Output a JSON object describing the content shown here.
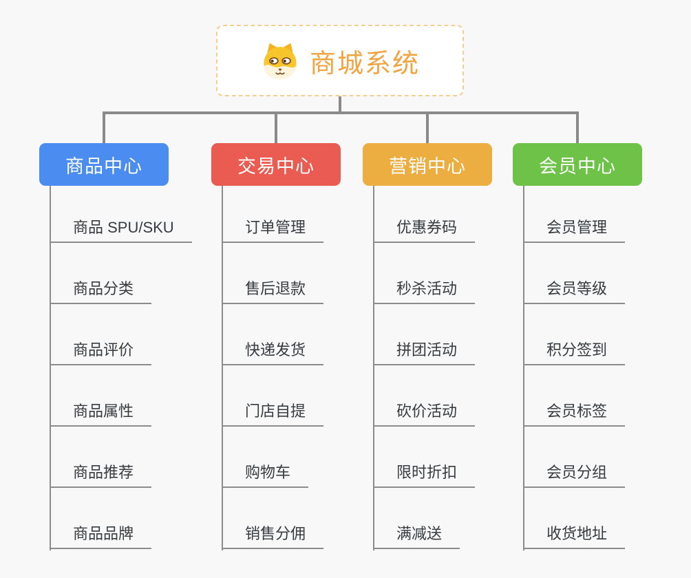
{
  "root": {
    "title": "商城系统",
    "icon": "shiba-dog-icon"
  },
  "branches": [
    {
      "label": "商品中心",
      "color": "#4a8cf0",
      "children": [
        "商品 SPU/SKU",
        "商品分类",
        "商品评价",
        "商品属性",
        "商品推荐",
        "商品品牌"
      ]
    },
    {
      "label": "交易中心",
      "color": "#ea5b51",
      "children": [
        "订单管理",
        "售后退款",
        "快递发货",
        "门店自提",
        "购物车",
        "销售分佣"
      ]
    },
    {
      "label": "营销中心",
      "color": "#ecae40",
      "children": [
        "优惠券码",
        "秒杀活动",
        "拼团活动",
        "砍价活动",
        "限时折扣",
        "满减送"
      ]
    },
    {
      "label": "会员中心",
      "color": "#6dc247",
      "children": [
        "会员管理",
        "会员等级",
        "积分签到",
        "会员标签",
        "会员分组",
        "收货地址"
      ]
    }
  ],
  "colors": {
    "background": "#f8f8f8",
    "connector": "#8a8a8a",
    "leaf_underline": "#8b8b8b",
    "leaf_text": "#363b40",
    "root_text": "#f0a442",
    "root_border": "#f3cd92",
    "branch_text": "#ffffff"
  }
}
